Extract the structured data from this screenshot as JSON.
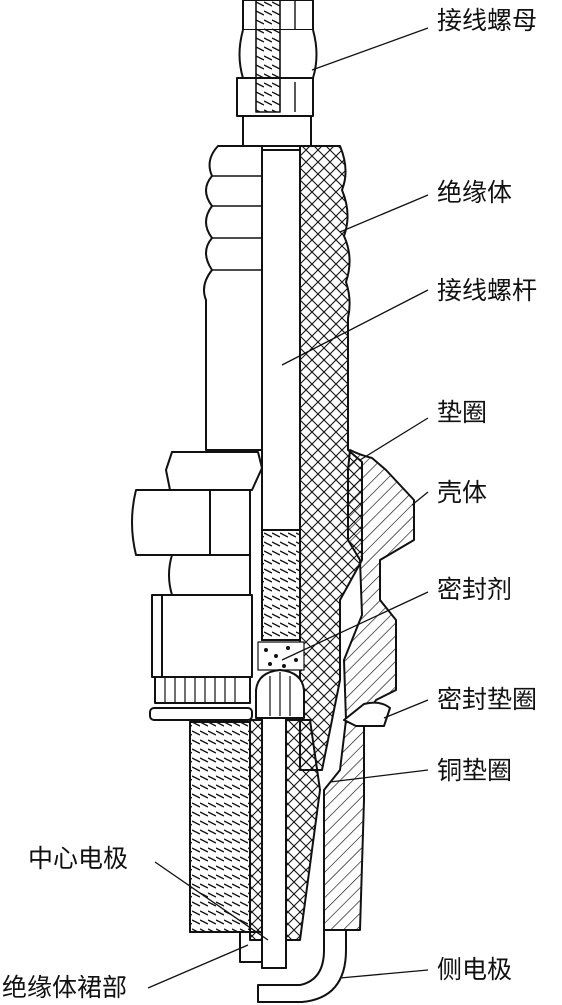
{
  "labels": {
    "terminal_nut": "接线螺母",
    "insulator": "绝缘体",
    "terminal_stud": "接线螺杆",
    "gasket_ring": "垫圈",
    "shell": "壳体",
    "sealant": "密封剂",
    "sealing_washer": "密封垫圈",
    "copper_washer": "铜垫圈",
    "center_electrode": "中心电极",
    "insulator_skirt": "绝缘体裙部",
    "side_electrode": "侧电极"
  },
  "colors": {
    "line": "#111111",
    "background": "#ffffff"
  }
}
